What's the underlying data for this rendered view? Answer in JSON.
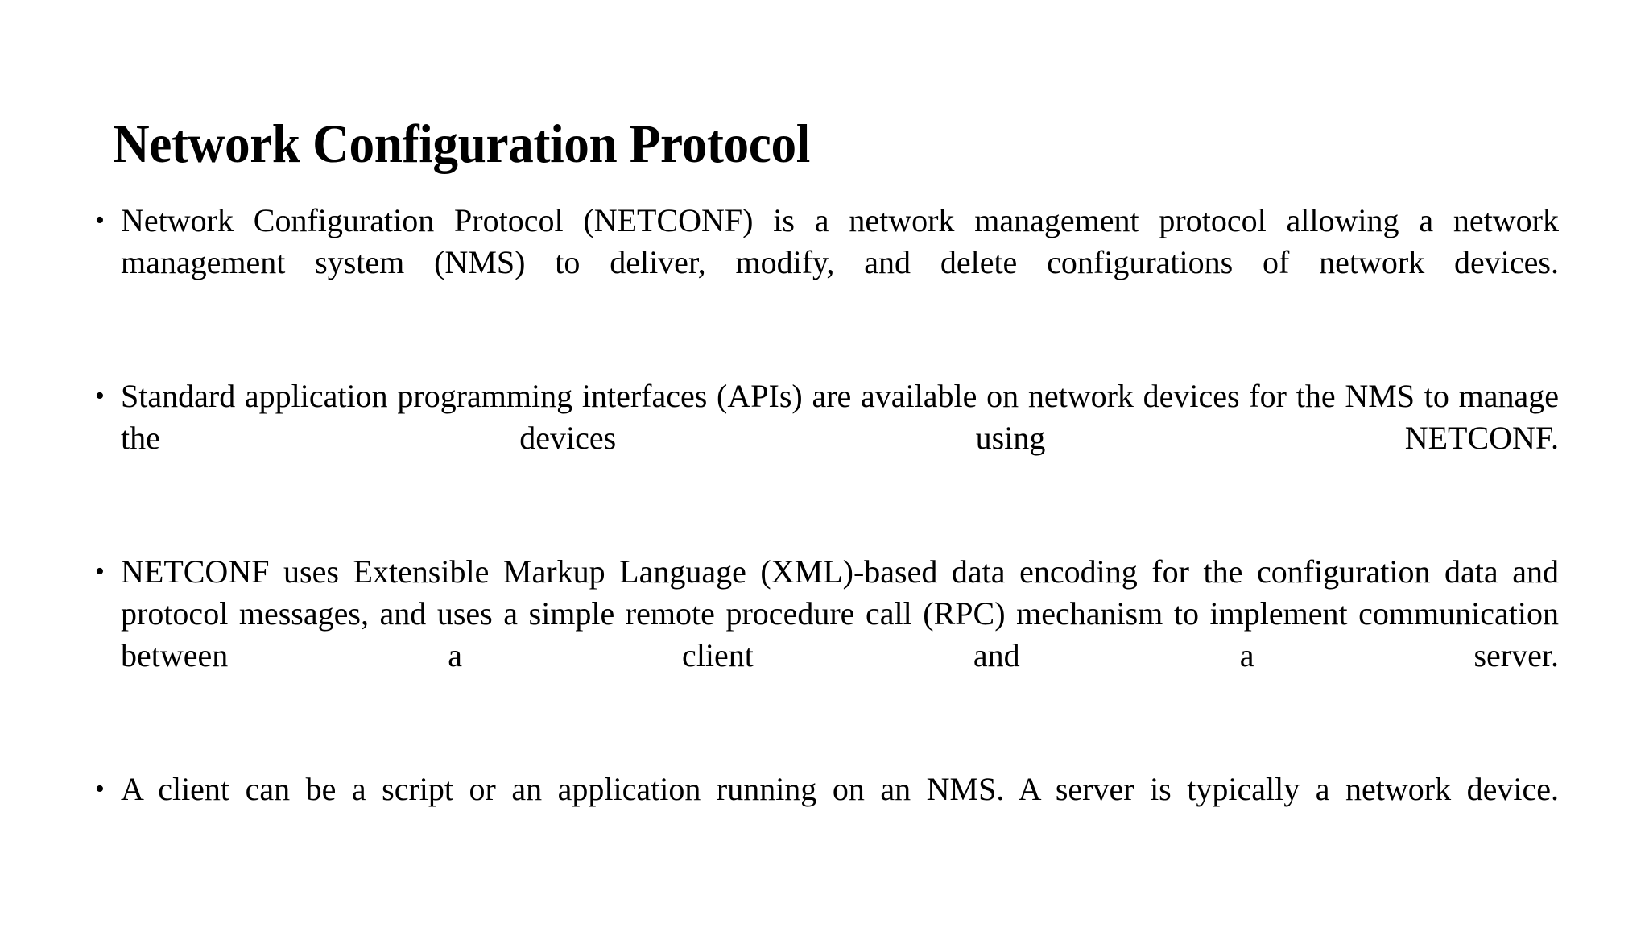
{
  "slide": {
    "title": "Network Configuration Protocol",
    "background_color": "#ffffff",
    "text_color": "#000000",
    "bullet_glyph": "•",
    "bullets": [
      {
        "id": "netconf-definition",
        "text": "Network Configuration Protocol (NETCONF) is a network management protocol allowing a network management system (NMS) to deliver, modify, and delete configurations of network devices."
      },
      {
        "id": "standard-apis",
        "text": "Standard application programming interfaces (APIs) are available on network devices for the NMS to manage the devices using NETCONF."
      },
      {
        "id": "xml-encoding-rpc",
        "text": "NETCONF uses Extensible Markup Language (XML)-based data encoding for the configuration data and protocol messages, and uses a simple remote procedure call (RPC) mechanism to implement communication between a client and a server."
      },
      {
        "id": "client-server-roles",
        "text": " A client can be a script or an application running on an NMS. A server is typically a network device."
      }
    ]
  }
}
